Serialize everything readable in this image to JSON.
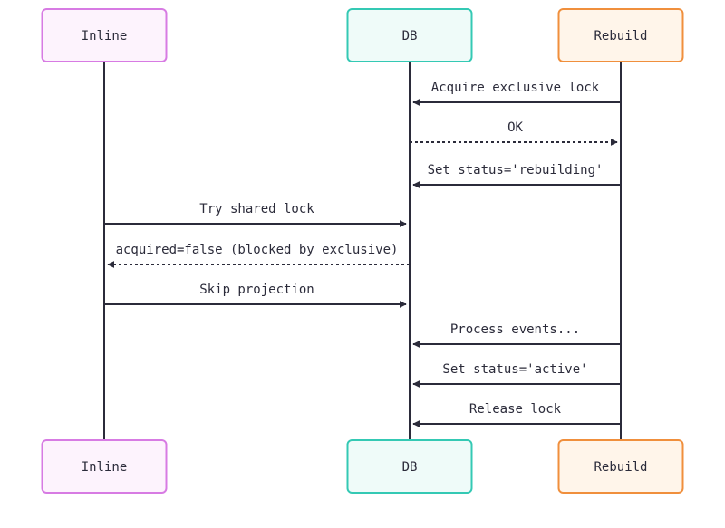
{
  "participants": [
    {
      "id": "inline",
      "label": "Inline",
      "stroke": "#d77be3",
      "fill": "#fdf3fd"
    },
    {
      "id": "db",
      "label": "DB",
      "stroke": "#34c9b4",
      "fill": "#effbf9"
    },
    {
      "id": "rebuild",
      "label": "Rebuild",
      "stroke": "#f08f3c",
      "fill": "#fff5ea"
    }
  ],
  "messages": [
    {
      "from": "rebuild",
      "to": "db",
      "text": "Acquire exclusive lock",
      "style": "solid"
    },
    {
      "from": "db",
      "to": "rebuild",
      "text": "OK",
      "style": "dashed"
    },
    {
      "from": "rebuild",
      "to": "db",
      "text": "Set status='rebuilding'",
      "style": "solid"
    },
    {
      "from": "inline",
      "to": "db",
      "text": "Try shared lock",
      "style": "solid"
    },
    {
      "from": "db",
      "to": "inline",
      "text": "acquired=false (blocked by exclusive)",
      "style": "dashed"
    },
    {
      "from": "inline",
      "to": "db",
      "text": "Skip projection",
      "style": "solid"
    },
    {
      "from": "rebuild",
      "to": "db",
      "text": "Process events...",
      "style": "solid"
    },
    {
      "from": "rebuild",
      "to": "db",
      "text": "Set status='active'",
      "style": "solid"
    },
    {
      "from": "rebuild",
      "to": "db",
      "text": "Release lock",
      "style": "solid"
    }
  ],
  "colors": {
    "line": "#2b2b3a",
    "text": "#2b2b3a"
  }
}
